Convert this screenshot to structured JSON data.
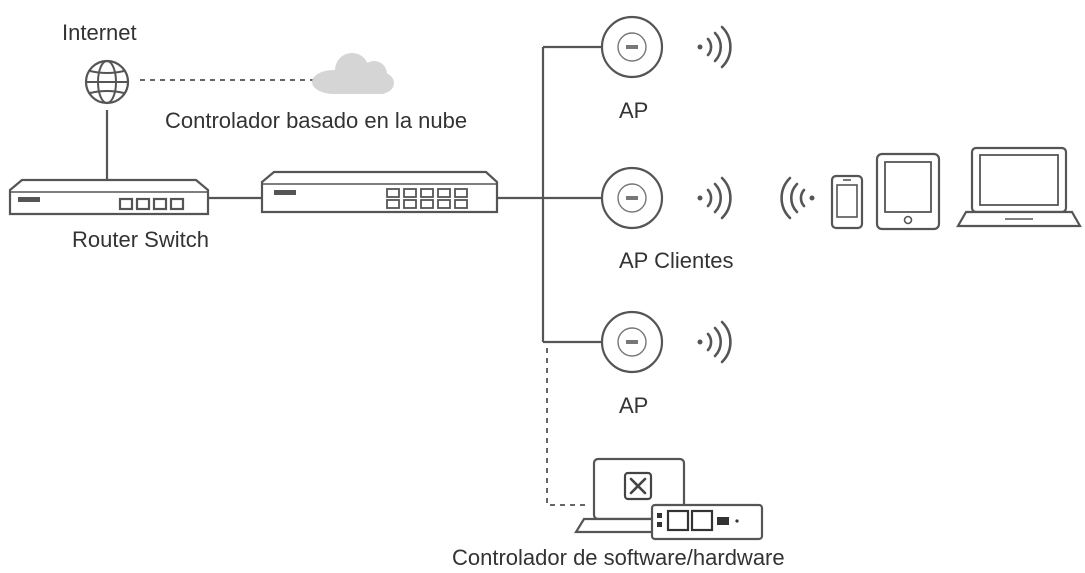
{
  "labels": {
    "internet": "Internet",
    "cloud": "Controlador basado en la nube",
    "router_switch": "Router Switch",
    "ap_top": "AP",
    "ap_mid": "AP Clientes",
    "ap_bottom": "AP",
    "controller": "Controlador de software/hardware"
  },
  "colors": {
    "stroke": "#555555",
    "cloud": "#d5d5d5",
    "text": "#333333"
  }
}
